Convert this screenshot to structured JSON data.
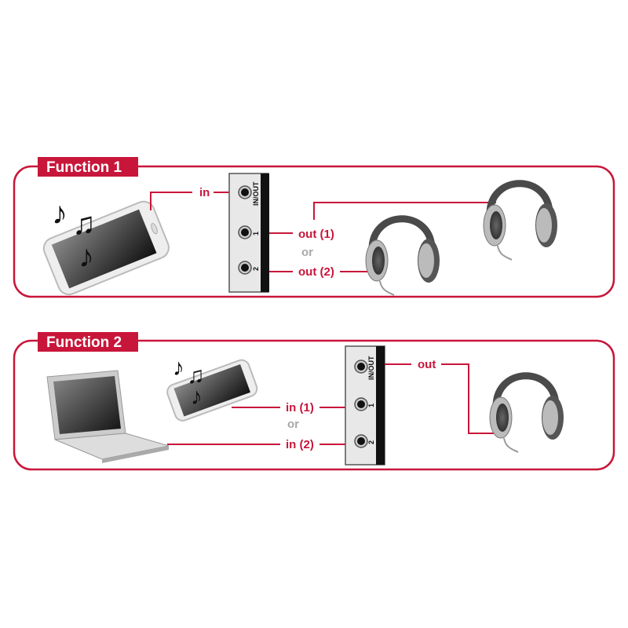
{
  "function1": {
    "title": "Function 1",
    "in_label": "in",
    "out1_label": "out (1)",
    "or_label": "or",
    "out2_label": "out (2)",
    "ports": [
      "IN/OUT",
      "1",
      "2"
    ],
    "notes": [
      "♪",
      "♫",
      "♪"
    ]
  },
  "function2": {
    "title": "Function 2",
    "out_label": "out",
    "in1_label": "in (1)",
    "or_label": "or",
    "in2_label": "in (2)",
    "ports": [
      "IN/OUT",
      "1",
      "2"
    ],
    "notes": [
      "♪",
      "♫",
      "♪"
    ]
  },
  "colors": {
    "accent": "#c8163a",
    "muted": "#a8a8a8"
  }
}
